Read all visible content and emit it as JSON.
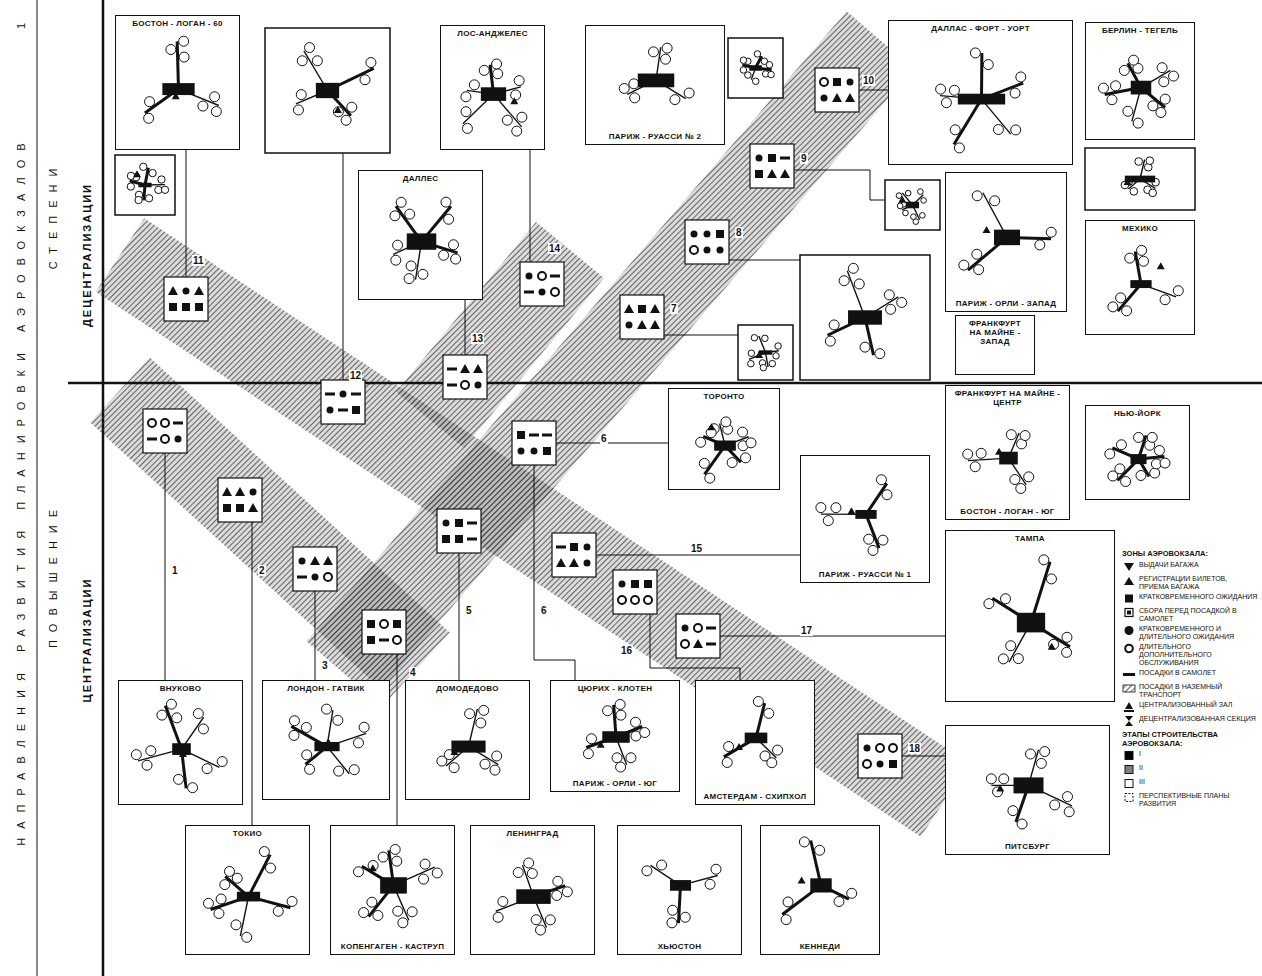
{
  "diagram": {
    "title": "НАПРАВЛЕНИЯ РАЗВИТИЯ ПЛАНИРОВКИ АЭРОВОКЗАЛОВ",
    "nodes": [
      {
        "text": [
          "БОСТОН - ЛОГАН - 60"
        ]
      },
      {
        "text": [
          "ЛОС-АНДЖЕЛЕС"
        ]
      },
      {
        "text": [
          "ПАРИЖ - РУАССИ № 2"
        ]
      },
      {
        "text": [
          "ДАЛЛАС - ФОРТ - УОРТ"
        ]
      },
      {
        "text": [
          "БЕРЛИН - ТЕГЕЛЬ"
        ]
      },
      {
        "text": [
          "ДАЛЛЕС"
        ]
      },
      {
        "text": [
          "ПАРИЖ - ОРЛИ - ЗАПАД"
        ]
      },
      {
        "text": [
          "МЕХИКО"
        ]
      },
      {
        "text": [
          "ФРАНКФУРТ НА МАЙНЕ - ЗАПАД"
        ]
      },
      {
        "text": [
          "ТОРОНТО"
        ]
      },
      {
        "text": [
          "ФРАНКФУРТ НА МАЙНЕ - ЦЕНТР",
          "БОСТОН - ЛОГАН - ЮГ"
        ]
      },
      {
        "text": [
          "НЬЮ-ЙОРК"
        ]
      },
      {
        "text": [
          "ПАРИЖ - РУАССИ № 1"
        ]
      },
      {
        "text": [
          "ТАМПА"
        ]
      },
      {
        "text": [
          "ПИТСБУРГ"
        ]
      },
      {
        "text": [
          "ВНУКОВО"
        ]
      },
      {
        "text": [
          "ЛОНДОН - ГАТВИК"
        ]
      },
      {
        "text": [
          "ДОМОДЕДОВО"
        ]
      },
      {
        "text": [
          "ЦЮРИХ - КЛОТЕН",
          "ПАРИЖ - ОРЛИ - ЮГ"
        ]
      },
      {
        "text": [
          "АМСТЕРДАМ - СХИПХОЛ"
        ]
      },
      {
        "text": [
          "ТОКИО"
        ]
      },
      {
        "text": [
          "КОПЕНГАГЕН - КАСТРУП"
        ]
      },
      {
        "text": [
          "ЛЕНИНГРАД"
        ]
      },
      {
        "text": [
          "ХЬЮСТОН"
        ]
      },
      {
        "text": [
          "КЕННЕДИ"
        ]
      }
    ],
    "labels": [
      "1",
      "ПОВЫШЕНИЕ",
      "СТЕПЕНИ",
      "ЦЕНТРАЛИЗАЦИИ",
      "ДЕЦЕНТРАЛИЗАЦИИ",
      "1",
      "2",
      "3",
      "4",
      "5",
      "6",
      "6",
      "7",
      "8",
      "9",
      "10",
      "11",
      "12",
      "13",
      "14",
      "15",
      "16",
      "17",
      "18",
      "ЗОНЫ АЭРОВОКЗАЛА:",
      "ЭТАПЫ СТРОИТЕЛЬСТВА АЭРОВОКЗАЛА:"
    ],
    "legend": [
      {
        "text": "ВЫДАЧИ БАГАЖА"
      },
      {
        "text": "РЕГИСТРАЦИИ БИЛЕТОВ, ПРИЕМА БАГАЖА"
      },
      {
        "text": "КРАТКОВРЕМЕННОГО ОЖИДАНИЯ"
      },
      {
        "text": "СБОРА ПЕРЕД ПОСАДКОЙ В САМОЛЕТ"
      },
      {
        "text": "КРАТКОВРЕМЕННОГО И ДЛИТЕЛЬНОГО ОЖИДАНИЯ"
      },
      {
        "text": "ДЛИТЕЛЬНОГО ДОПОЛНИТЕЛЬНОГО ОБСЛУЖИВАНИЯ"
      },
      {
        "text": "ПОСАДКИ В САМОЛЕТ"
      },
      {
        "text": "ПОСАДКИ В НАЗЕМНЫЙ ТРАНСПОРТ"
      },
      {
        "text": "ЦЕНТРАЛИЗОВАННЫЙ ЗАЛ"
      },
      {
        "text": "ДЕЦЕНТРАЛИЗОВАННАЯ СЕКЦИЯ"
      },
      {
        "text": "I",
        "color": "#000000"
      },
      {
        "text": "II",
        "color": "#808080"
      },
      {
        "text": "III",
        "color": "#ffffff"
      },
      {
        "text": "ПЕРСПЕКТИВНЫЕ ПЛАНЫ РАЗВИТИЯ"
      }
    ]
  }
}
